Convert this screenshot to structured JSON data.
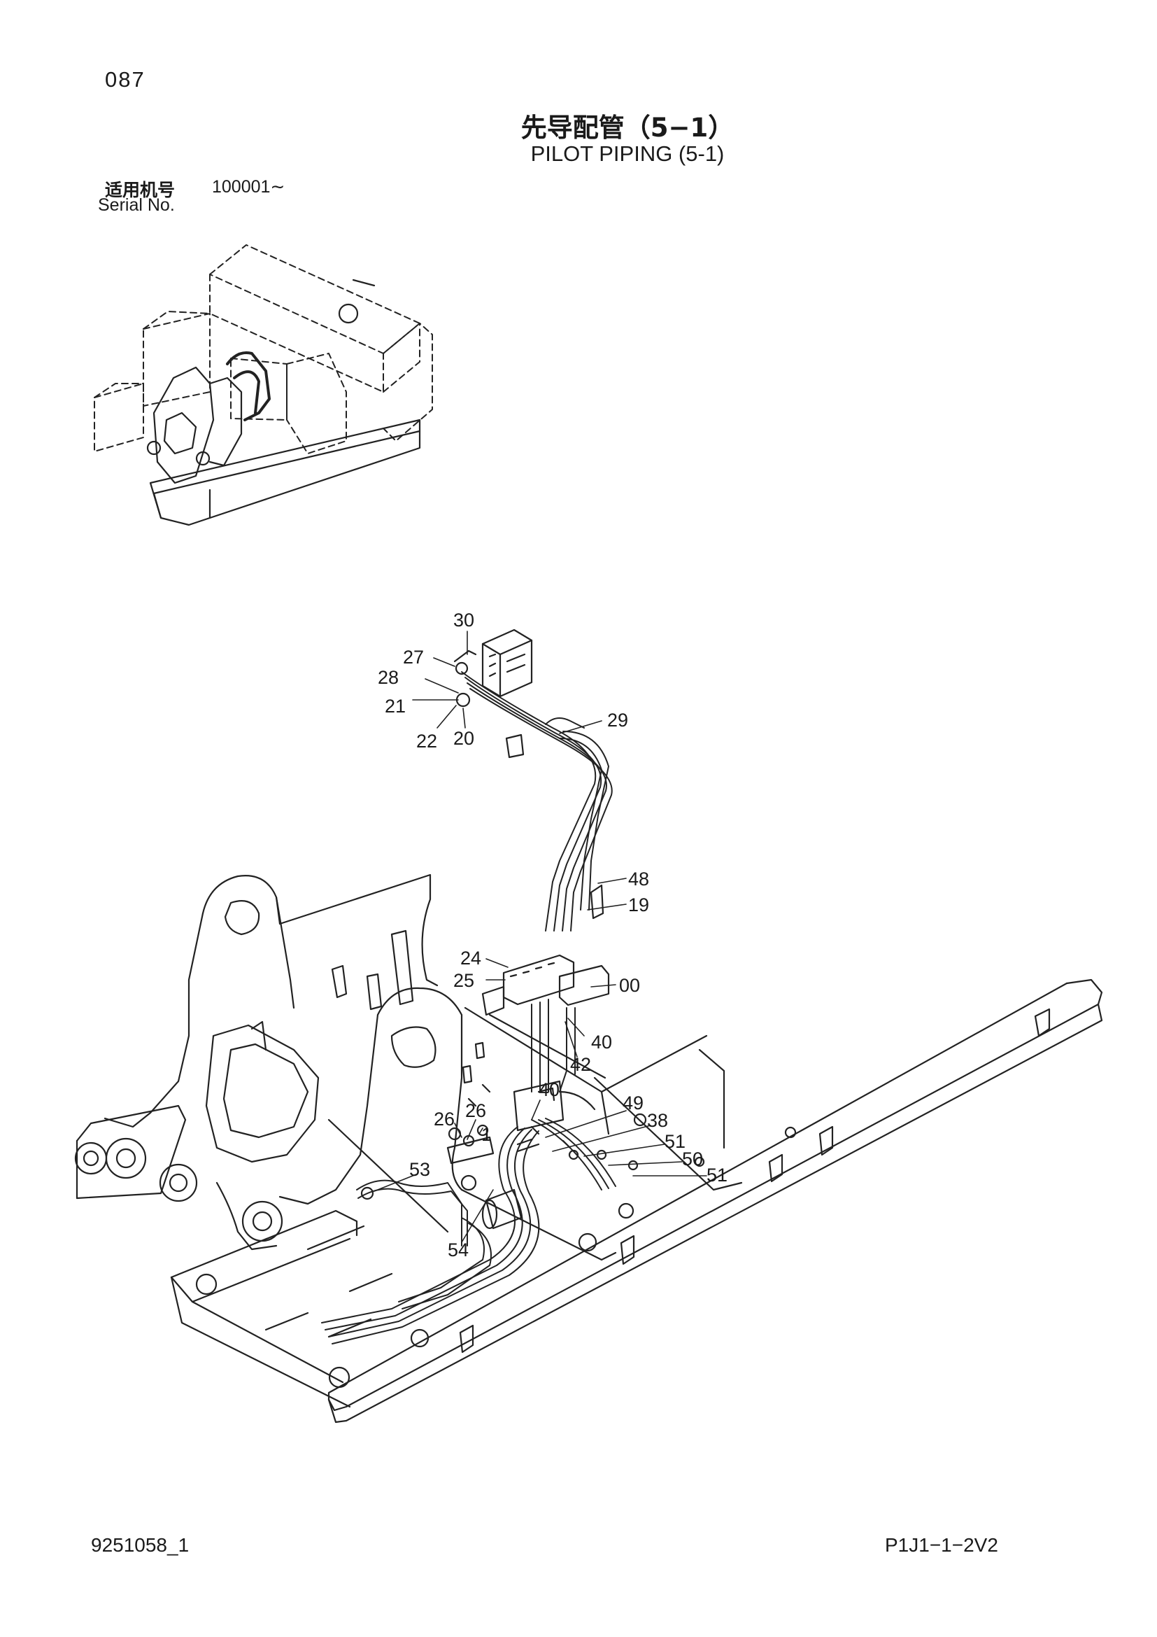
{
  "header": {
    "page_number": "087",
    "title_cn": "先导配管（5−1）",
    "title_en": "PILOT PIPING (5-1)",
    "serial_label_cn": "适用机号",
    "serial_value": "100001∼",
    "serial_label_en": "Serial No."
  },
  "footer": {
    "doc_number": "9251058_1",
    "page_code": "P1J1−1−2V2"
  },
  "callouts": [
    "30",
    "27",
    "28",
    "21",
    "22",
    "20",
    "29",
    "48",
    "19",
    "24",
    "25",
    "00",
    "40",
    "42",
    "40",
    "49",
    "38",
    "26",
    "26",
    "1",
    "51",
    "50",
    "51",
    "53",
    "54"
  ]
}
